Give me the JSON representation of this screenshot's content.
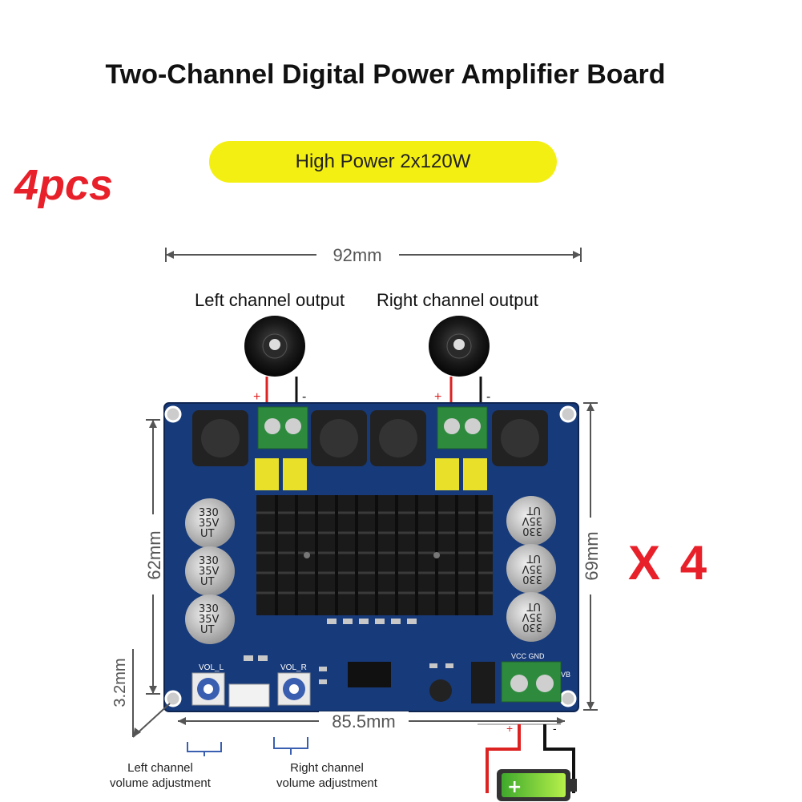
{
  "title": "Two-Channel Digital Power Amplifier Board",
  "badge": "High Power 2x120W",
  "quantity_label": "4pcs",
  "multiplier_label": "X 4",
  "dimensions": {
    "width_top": "92mm",
    "width_bottom": "85.5mm",
    "height_left": "62mm",
    "height_right": "69mm",
    "hole_offset": "3.2mm"
  },
  "outputs": {
    "left": "Left channel output",
    "right": "Right channel output"
  },
  "volume": {
    "left": [
      "Left channel",
      "volume adjustment"
    ],
    "right": [
      "Right channel",
      "volume adjustment"
    ]
  },
  "board_silkscreen": {
    "vol_l": "VOL_L",
    "vol_r": "VOL_R",
    "vcc_gnd": "VCC GND",
    "vb": "VB"
  },
  "capacitor_label": [
    "330",
    "35V",
    "UT"
  ],
  "colors": {
    "accent_red": "#e8202a",
    "badge_yellow": "#f4ef12",
    "pcb_blue": "#173a7a",
    "terminal_green": "#2e8b3e"
  }
}
